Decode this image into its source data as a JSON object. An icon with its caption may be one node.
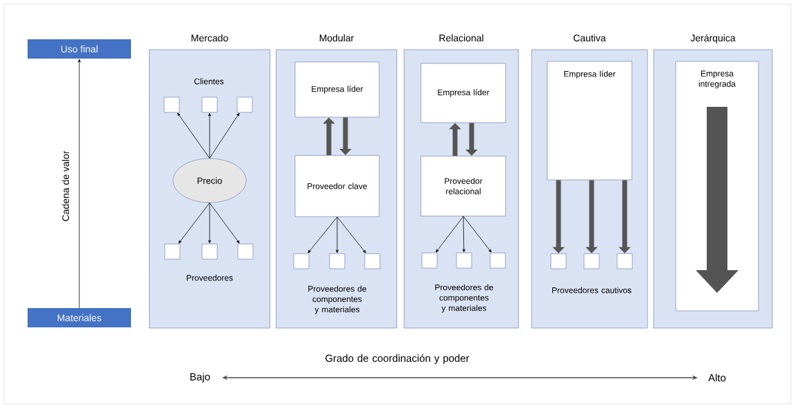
{
  "diagram": {
    "nodes": [
      {
        "text": [
          "Uso final"
        ]
      },
      {
        "text": [
          "Materiales"
        ]
      },
      {
        "text": [
          "Mercado"
        ]
      },
      {
        "text": [],
        "shape": "box",
        "in": 2
      },
      {
        "text": [],
        "shape": "box",
        "in": 2
      },
      {
        "text": [],
        "shape": "box",
        "in": 2
      },
      {
        "text": [
          "Precio"
        ],
        "in": 2
      },
      {
        "text": [],
        "shape": "box",
        "in": 2
      },
      {
        "text": [],
        "shape": "box",
        "in": 2
      },
      {
        "text": [],
        "shape": "box",
        "in": 2
      },
      {
        "text": [
          "Modular"
        ]
      },
      {
        "text": [
          "Empresa líder"
        ],
        "in": 10
      },
      {
        "text": [
          "Proveedor clave"
        ],
        "in": 10
      },
      {
        "text": [],
        "shape": "box",
        "in": 10
      },
      {
        "text": [],
        "shape": "box",
        "in": 10
      },
      {
        "text": [],
        "shape": "box",
        "in": 10
      },
      {
        "text": [
          "Relacional"
        ]
      },
      {
        "text": [
          "Empresa líder"
        ],
        "in": 16
      },
      {
        "text": [
          "Proveedor relacional"
        ],
        "in": 16
      },
      {
        "text": [],
        "shape": "box",
        "in": 16
      },
      {
        "text": [],
        "shape": "box",
        "in": 16
      },
      {
        "text": [],
        "shape": "box",
        "in": 16
      },
      {
        "text": [
          "Cautiva"
        ]
      },
      {
        "text": [
          "Empresa líder"
        ],
        "in": 22
      },
      {
        "text": [],
        "shape": "box",
        "in": 22
      },
      {
        "text": [],
        "shape": "box",
        "in": 22
      },
      {
        "text": [],
        "shape": "box",
        "in": 22
      },
      {
        "text": [
          "Jerárquica"
        ]
      },
      {
        "text": [
          "Empresa intregrada"
        ],
        "in": 27
      }
    ],
    "edges": [
      {
        "from": 1,
        "to": 0,
        "arrow": "to",
        "label": "Cadena de valor"
      },
      {
        "from": 6,
        "to": 3,
        "arrow": "to"
      },
      {
        "from": 6,
        "to": 4,
        "arrow": "to"
      },
      {
        "from": 6,
        "to": 5,
        "arrow": "to"
      },
      {
        "from": 6,
        "to": 7,
        "arrow": "to"
      },
      {
        "from": 6,
        "to": 8,
        "arrow": "to"
      },
      {
        "from": 6,
        "to": 9,
        "arrow": "to"
      },
      {
        "from": 11,
        "to": 12,
        "arrow": "to",
        "style": "thick",
        "color": "#555555"
      },
      {
        "from": 12,
        "to": 11,
        "arrow": "to",
        "style": "thick",
        "color": "#555555"
      },
      {
        "from": 12,
        "to": 13,
        "arrow": "to"
      },
      {
        "from": 12,
        "to": 14,
        "arrow": "to"
      },
      {
        "from": 12,
        "to": 15,
        "arrow": "to"
      },
      {
        "from": 18,
        "to": 17,
        "arrow": "to",
        "style": "thick",
        "color": "#555555"
      },
      {
        "from": 17,
        "to": 18,
        "arrow": "to",
        "style": "thick",
        "color": "#555555"
      },
      {
        "from": 18,
        "to": 19,
        "arrow": "to"
      },
      {
        "from": 18,
        "to": 20,
        "arrow": "to"
      },
      {
        "from": 18,
        "to": 21,
        "arrow": "to"
      },
      {
        "from": 23,
        "to": 24,
        "arrow": "to",
        "style": "thick",
        "color": "#555555"
      },
      {
        "from": 23,
        "to": 25,
        "arrow": "to",
        "style": "thick",
        "color": "#555555"
      },
      {
        "from": 23,
        "to": 26,
        "arrow": "to",
        "style": "thick",
        "color": "#555555"
      }
    ],
    "labels": [
      "Clientes",
      "Proveedores",
      "Proveedores de componentes y materiales",
      "Proveedores de componentes y materiales",
      "Proveedores cautivos",
      "Grado de coordinación y poder",
      "Bajo",
      "Alto"
    ]
  }
}
